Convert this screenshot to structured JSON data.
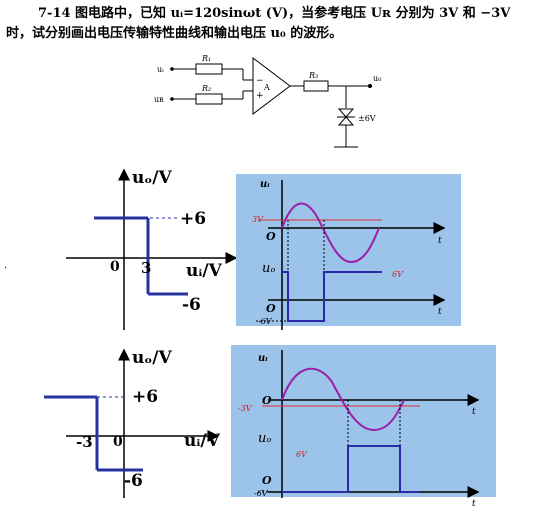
{
  "problem": {
    "line1": "7-14   图电路中，已知 uᵢ=120sinωt (V)，当参考电压 Uʀ 分别为 3V 和 −3V",
    "line2": "时，试分别画出电压传输特性曲线和输出电压 u₀ 的波形。"
  },
  "circuit": {
    "ui": "uᵢ",
    "ur": "uʀ",
    "r1": "R₁",
    "r2": "R₂",
    "r3": "R₃",
    "op_minus": "−",
    "op_plus": "+",
    "op_name": "A",
    "uo": "u₀",
    "zener": "±6V"
  },
  "transfer1": {
    "ylabel": "uₒ/V",
    "xlabel": "uᵢ/V",
    "origin": "0",
    "threshold": "3",
    "high": "+6",
    "low": "-6"
  },
  "wave1": {
    "ui": "uᵢ",
    "ref": "3V",
    "o1": "O",
    "t1": "t",
    "uo": "uₒ",
    "o2": "O",
    "hi": "6V",
    "lo": "-6V",
    "t2": "t"
  },
  "transfer2": {
    "ylabel": "uₒ/V",
    "xlabel": "uᵢ/V",
    "origin": "0",
    "threshold": "-3",
    "high": "+6",
    "low": "-6"
  },
  "wave2": {
    "ui": "uᵢ",
    "ref": "-3V",
    "o1": "O",
    "t1": "t",
    "uo": "uₒ",
    "o2": "O",
    "hi": "6V",
    "lo": "-6V",
    "t2": "t"
  },
  "colors": {
    "curve": "#9b1fa8",
    "output": "#2a2aa8",
    "refline": "#e03030",
    "panel": "#9cc4ea",
    "transfer": "#2433a0"
  }
}
